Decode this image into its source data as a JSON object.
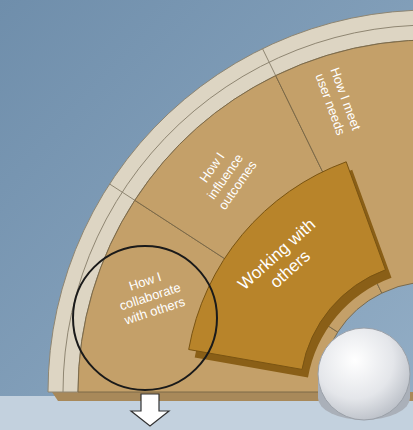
{
  "diagram": {
    "nodes": [
      {
        "text": [
          "How I meet user needs"
        ]
      },
      {
        "text": [
          "How I influence outcomes"
        ]
      },
      {
        "text": [
          "How I collaborate with others"
        ]
      },
      {
        "text": [
          "Working with others"
        ]
      }
    ]
  }
}
